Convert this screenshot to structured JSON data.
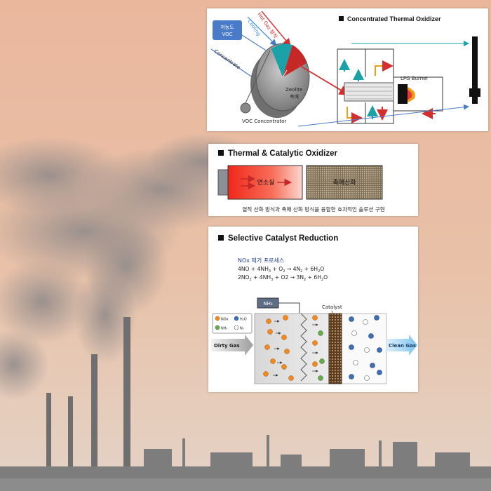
{
  "panel1": {
    "title": "Concentrated Thermal Oxidizer",
    "voc_box": [
      "저농도",
      "VOC"
    ],
    "hot_gas_label": "Hot Gas 탈착",
    "cooling_label": "Cooling",
    "concentrate_label": "Concentrate",
    "zeolite_label": [
      "Zeolite",
      "촉매"
    ],
    "concentrator_label": "VOC Concentrator",
    "burner_label": "LPG Burner"
  },
  "panel2": {
    "title": "Thermal & Catalytic Oxidizer",
    "chamber_label": "연소실",
    "catalyst_label": "촉매산화",
    "caption": "열적 산화 방식과 촉매 산화 방식을 융합한 효과적인 솔루션 구현"
  },
  "panel3": {
    "title": "Selective Catalyst Reduction",
    "process_title": "NOx 제거 프로세스",
    "eq1": {
      "a": "4NO + 4NH",
      "s1": "3",
      "b": " + O",
      "s2": "2",
      "c": " → 4N",
      "s3": "2",
      "d": " + 6H",
      "s4": "2",
      "e": "O"
    },
    "eq2": {
      "a": "2NO",
      "s0": "2",
      "a2": " + 4NH",
      "s1": "3",
      "b": " + O2 → 3N",
      "s3": "2",
      "d": " + 6H",
      "s4": "2",
      "e": "O"
    },
    "nh3_label": "NH₃",
    "catalyst_label": "Catalyst",
    "legend": [
      "NOx",
      "H₂O",
      "NH₃",
      "N₂"
    ],
    "dirty_gas": "Dirty Gas",
    "clean_gas": "Clean Gas"
  },
  "colors": {
    "sky_top": "#e9bda3",
    "sky_bottom": "#e6d2c2",
    "ground": "#8c8c8c",
    "smoke": "#8a8585",
    "nox": "#f08a24",
    "nh3": "#6aa84f",
    "h2o": "#3c6fb6",
    "n2": "#ffffff",
    "voc_box": "#4a7bc8",
    "flame_red": "#e53935"
  }
}
